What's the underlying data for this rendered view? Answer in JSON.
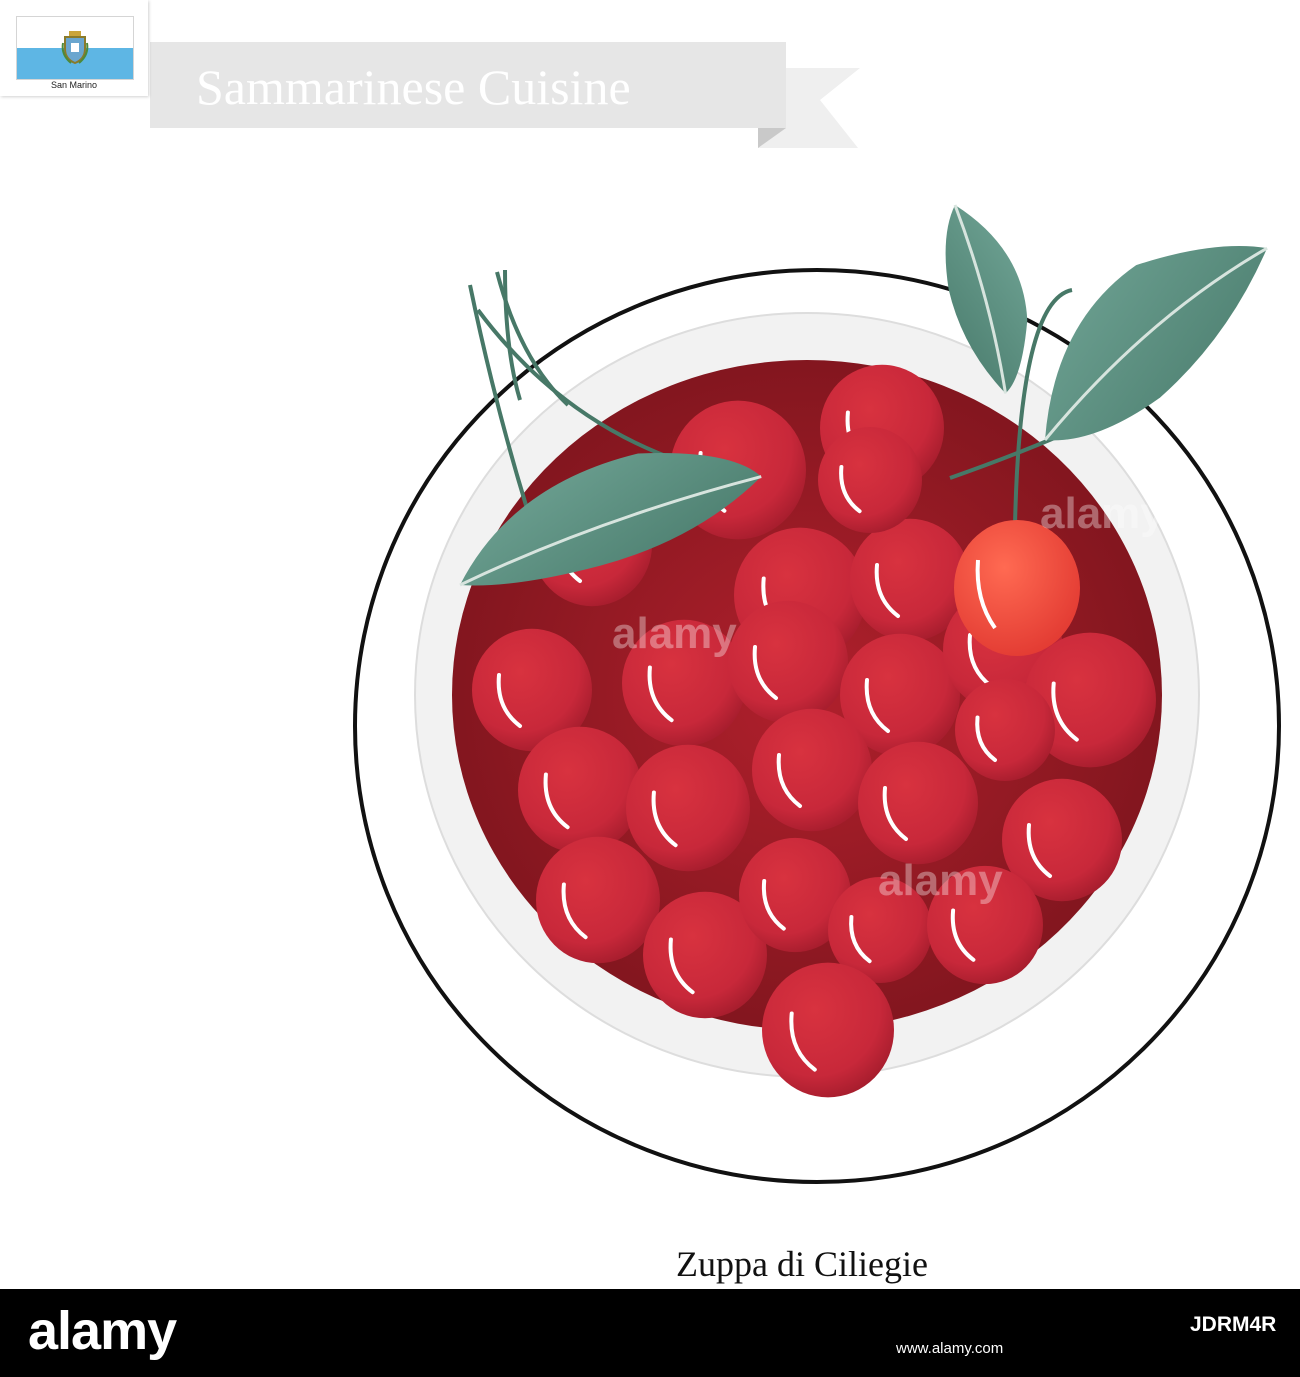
{
  "flag": {
    "caption": "San Marino",
    "top_color": "#ffffff",
    "bottom_color": "#5eb6e4",
    "icon": "san-marino-flag-icon"
  },
  "banner": {
    "title": "Sammarinese Cuisine",
    "ribbon_color": "#e6e6e6"
  },
  "dish": {
    "name": "Zuppa di Ciliegie",
    "soup_color": "#8c1a22",
    "cherry_color": "#c8283a",
    "highlight_cherry_color": "#ef4a3c",
    "leaf_color": "#5f9384"
  },
  "watermark": {
    "logo": "alamy",
    "url": "www.alamy.com",
    "image_id": "JDRM4R",
    "overlay_text": "alamy"
  }
}
